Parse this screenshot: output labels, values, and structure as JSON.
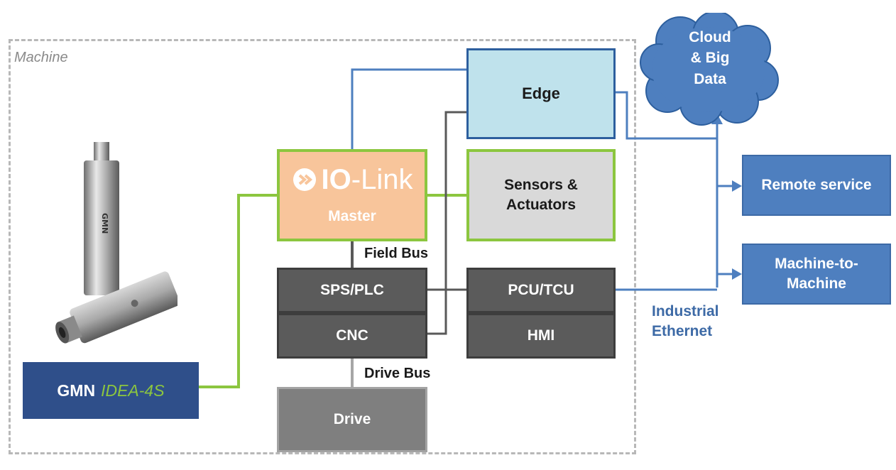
{
  "machine_label": "Machine",
  "cloud_label": "Cloud\n& Big\nData",
  "edge_label": "Edge",
  "iolink": {
    "logo_io": "IO",
    "logo_link": "-Link",
    "master_label": "Master"
  },
  "sensors_label": "Sensors &\nActuators",
  "field_bus_label": "Field Bus",
  "drive_bus_label": "Drive Bus",
  "sps_plc_label": "SPS/PLC",
  "cnc_label": "CNC",
  "pcu_tcu_label": "PCU/TCU",
  "hmi_label": "HMI",
  "drive_label": "Drive",
  "remote_service_label": "Remote service",
  "m2m_label": "Machine-to-\nMachine",
  "industrial_ethernet_label": "Industrial\nEthernet",
  "product": {
    "brand": "GMN",
    "model": "IDEA-4S"
  },
  "sensor_image_engraving": "GMN",
  "colors": {
    "green_link": "#8cc63f",
    "blue_link": "#4e7fbf",
    "dark_link": "#595959",
    "edge_fill": "#bfe2ec",
    "iolink_fill": "#f8c59b",
    "cloud_fill": "#4e7fbf"
  }
}
